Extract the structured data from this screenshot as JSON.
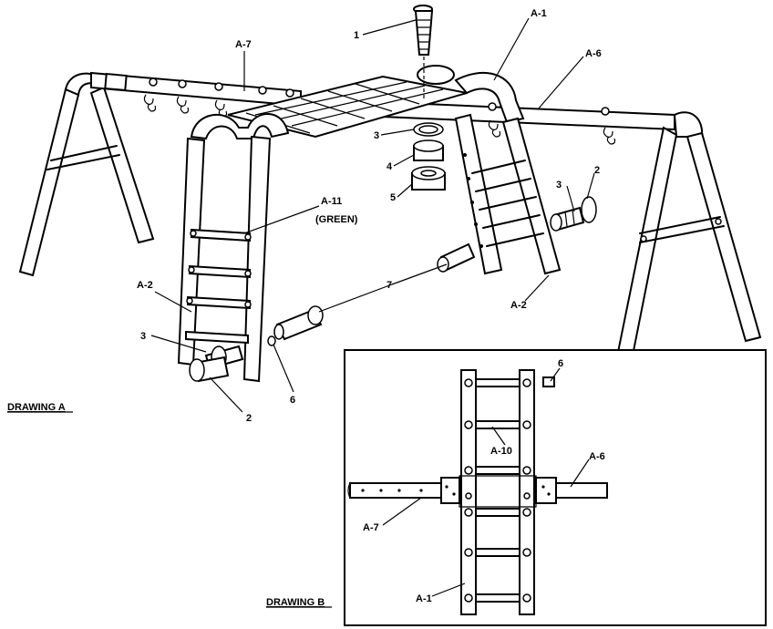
{
  "drawing_a": {
    "title": "DRAWING A",
    "labels": {
      "p1": "1",
      "a1": "A-1",
      "a6": "A-6",
      "a7": "A-7",
      "p3_top": "3",
      "p4": "4",
      "p5": "5",
      "p2_right": "2",
      "p3_right": "3",
      "a11": "A-11",
      "green": "(GREEN)",
      "a2_left": "A-2",
      "p7": "7",
      "a2_right": "A-2",
      "p3_left": "3",
      "p6": "6",
      "p2_left": "2"
    }
  },
  "drawing_b": {
    "title": "DRAWING B",
    "labels": {
      "p6": "6",
      "a10": "A-10",
      "a6": "A-6",
      "a7": "A-7",
      "a1": "A-1"
    }
  }
}
